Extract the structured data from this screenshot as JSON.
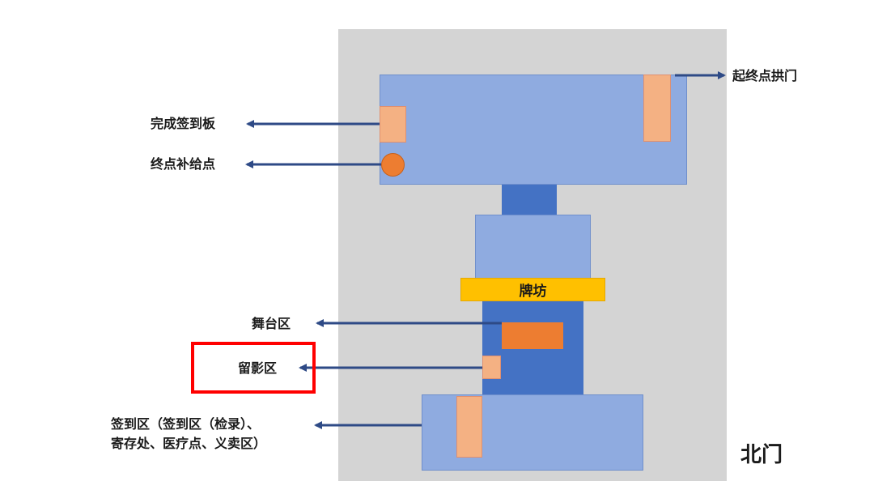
{
  "diagram": {
    "paifang_label": "牌坊",
    "north_label": "北门",
    "callouts": {
      "finish_board": "完成签到板",
      "end_supply": "终点补给点",
      "start_end_arch": "起终点拱门",
      "stage_area": "舞台区",
      "photo_area": "留影区",
      "checkin_line1": "签到区（签到区（检录）、",
      "checkin_line2": "寄存处、医疗点、义卖区）"
    }
  },
  "colors": {
    "background_site": "#d4d4d4",
    "light_block": "#8fabe0",
    "dark_block": "#4472c4",
    "paifang": "#ffc000",
    "orange": "#ed7d31",
    "peach": "#f4b183",
    "arrow": "#2e4a86",
    "highlight": "#ff0000"
  }
}
